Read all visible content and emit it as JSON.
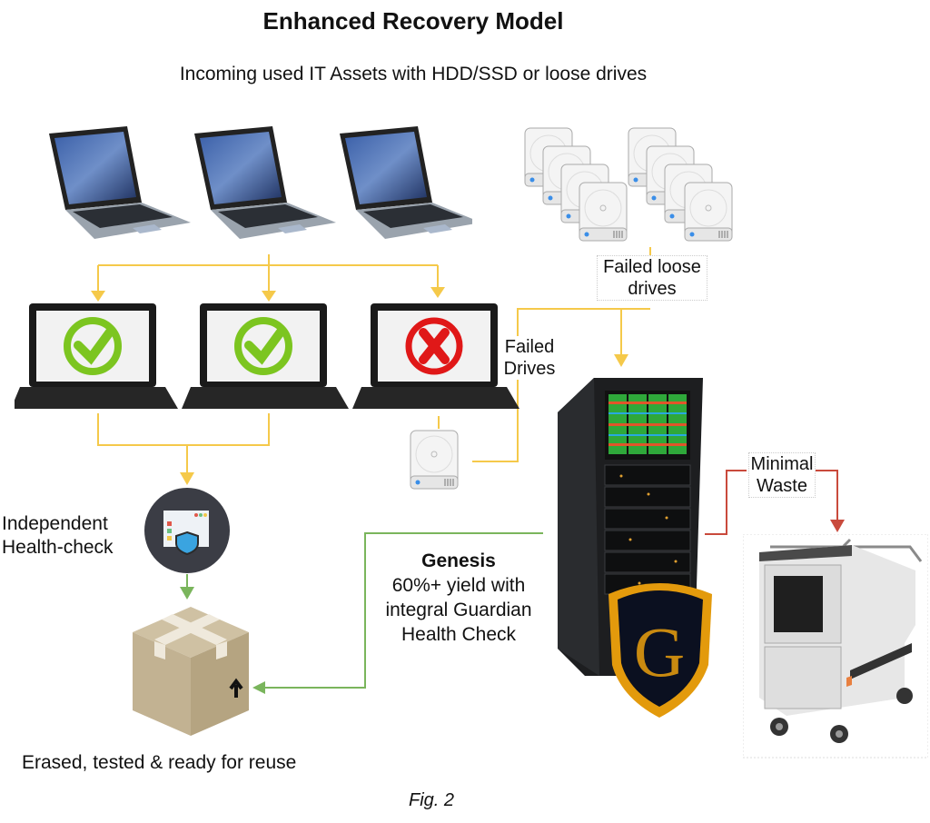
{
  "title": "Enhanced Recovery Model",
  "subtitle": "Incoming used IT Assets with HDD/SSD or loose drives",
  "labels": {
    "failed_loose_drives_line1": "Failed loose",
    "failed_loose_drives_line2": "drives",
    "failed_drives_line1": "Failed",
    "failed_drives_line2": "Drives",
    "health_check_line1": "Independent",
    "health_check_line2": "Health-check",
    "genesis_title": "Genesis",
    "genesis_line1": "60%+ yield with",
    "genesis_line2": "integral Guardian",
    "genesis_line3": "Health Check",
    "minimal_waste_line1": "Minimal",
    "minimal_waste_line2": "Waste",
    "reuse_caption": "Erased, tested & ready for reuse",
    "figure": "Fig. 2",
    "shield_letter": "G"
  },
  "nodes": {
    "incoming_laptops": [
      "laptop-1",
      "laptop-2",
      "laptop-3"
    ],
    "tested_laptops": [
      {
        "status": "pass",
        "icon": "check-circle-icon"
      },
      {
        "status": "pass",
        "icon": "check-circle-icon"
      },
      {
        "status": "fail",
        "icon": "x-circle-icon"
      }
    ],
    "loose_drive_stacks": 2,
    "drives_per_stack": 4
  },
  "colors": {
    "flow_yellow": "#f5c94a",
    "flow_green": "#7ab55c",
    "flow_red": "#c94a3c",
    "pass_green": "#7cc520",
    "fail_red": "#e01818",
    "shield_gold": "#e39a0c",
    "shield_dark": "#0b1020"
  }
}
